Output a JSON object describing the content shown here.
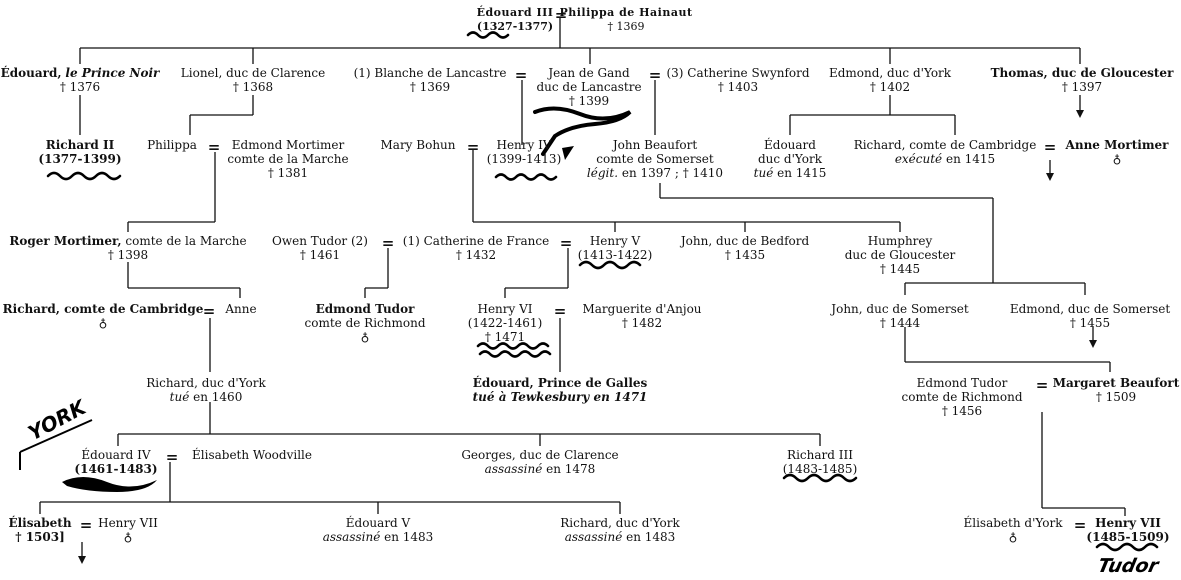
{
  "persons": {
    "edouard3": {
      "name": "Édouard III",
      "dates": "(1327-1377)"
    },
    "philippa_h": {
      "name": "Philippa de Hainaut",
      "death": "† 1369"
    },
    "prince_noir": {
      "name_a": "Édouard,",
      "name_b": "le Prince Noir",
      "death": "† 1376"
    },
    "lionel": {
      "name": "Lionel, duc de Clarence",
      "death": "† 1368"
    },
    "blanche": {
      "name": "(1) Blanche de Lancastre",
      "death": "† 1369"
    },
    "jean_gand": {
      "name": "Jean de Gand",
      "title": "duc de Lancastre",
      "death": "† 1399"
    },
    "catherine_s": {
      "name": "(3) Catherine Swynford",
      "death": "† 1403"
    },
    "edmond_york": {
      "name": "Edmond, duc d'York",
      "death": "† 1402"
    },
    "thomas": {
      "name": "Thomas, duc de Gloucester",
      "death": "† 1397"
    },
    "richard2": {
      "name": "Richard II",
      "dates": "(1377-1399)"
    },
    "philippa": {
      "name": "Philippa"
    },
    "edmond_mortimer": {
      "name": "Edmond Mortimer",
      "title": "comte de la Marche",
      "death": "† 1381"
    },
    "mary_bohun": {
      "name": "Mary Bohun"
    },
    "henry4": {
      "name": "Henry IV",
      "dates": "(1399-1413)"
    },
    "john_beaufort": {
      "name": "John Beaufort",
      "title": "comte de Somerset",
      "note_a": "légit.",
      "note_b": "en 1397 ; † 1410"
    },
    "edouard_york": {
      "name": "Édouard",
      "title": "duc d'York",
      "note_a": "tué",
      "note_b": "en 1415"
    },
    "richard_cambridge1": {
      "name": "Richard, comte de Cambridge",
      "note_a": "exécuté",
      "note_b": "en 1415"
    },
    "anne_mortimer": {
      "name": "Anne Mortimer",
      "sign": "♁"
    },
    "roger": {
      "name": "Roger Mortimer, comte de la Marche",
      "death": "† 1398"
    },
    "owen": {
      "name": "Owen Tudor (2)",
      "death": "† 1461"
    },
    "catherine_f": {
      "name": "(1) Catherine de France",
      "death": "† 1432"
    },
    "henry5": {
      "name": "Henry V",
      "dates": "(1413-1422)"
    },
    "bedford": {
      "name": "John, duc de Bedford",
      "death": "† 1435"
    },
    "humphrey": {
      "name": "Humphrey",
      "title": "duc de Gloucester",
      "death": "† 1445"
    },
    "richard_cambridge2": {
      "name": "Richard, comte de Cambridge",
      "sign": "♁"
    },
    "anne": {
      "name": "Anne"
    },
    "edmond_tudor1": {
      "name": "Edmond Tudor",
      "title": "comte de Richmond",
      "sign": "♁"
    },
    "henry6": {
      "name": "Henry VI",
      "dates": "(1422-1461)",
      "death": "† 1471"
    },
    "marguerite": {
      "name": "Marguerite d'Anjou",
      "death": "† 1482"
    },
    "john_somerset": {
      "name": "John, duc de Somerset",
      "death": "† 1444"
    },
    "edmond_somerset": {
      "name": "Edmond, duc de Somerset",
      "death": "† 1455"
    },
    "richard_york": {
      "name": "Richard, duc d'York",
      "note_a": "tué",
      "note_b": "en 1460"
    },
    "edouard_galles": {
      "name": "Édouard, Prince de Galles",
      "note": "tué à Tewkesbury en 1471"
    },
    "edmond_tudor2": {
      "name": "Edmond Tudor",
      "title": "comte de Richmond",
      "death": "† 1456"
    },
    "margaret": {
      "name": "Margaret Beaufort",
      "death": "† 1509"
    },
    "edouard4": {
      "name": "Édouard IV",
      "dates": "(1461-1483)"
    },
    "elisabeth_w": {
      "name": "Élisabeth Woodville"
    },
    "georges": {
      "name": "Georges, duc de Clarence",
      "note_a": "assassiné",
      "note_b": "en 1478"
    },
    "richard3": {
      "name": "Richard III",
      "dates": "(1483-1485)"
    },
    "elisabeth": {
      "name": "Élisabeth",
      "death": "† 1503]"
    },
    "henry7a": {
      "name": "Henry VII",
      "sign": "♁"
    },
    "edouard5": {
      "name": "Édouard V",
      "note_a": "assassiné",
      "note_b": "en 1483"
    },
    "richard_york2": {
      "name": "Richard, duc d'York",
      "note_a": "assassiné",
      "note_b": "en 1483"
    },
    "elisabeth_york": {
      "name": "Élisabeth d'York",
      "sign": "♁"
    },
    "henry7b": {
      "name": "Henry VII",
      "dates": "(1485-1509)"
    }
  },
  "marriage_sign": "=",
  "handwritten": {
    "york": "YORK",
    "tudor": "Tudor"
  },
  "colors": {
    "ink": "#111111",
    "background": "#ffffff"
  }
}
